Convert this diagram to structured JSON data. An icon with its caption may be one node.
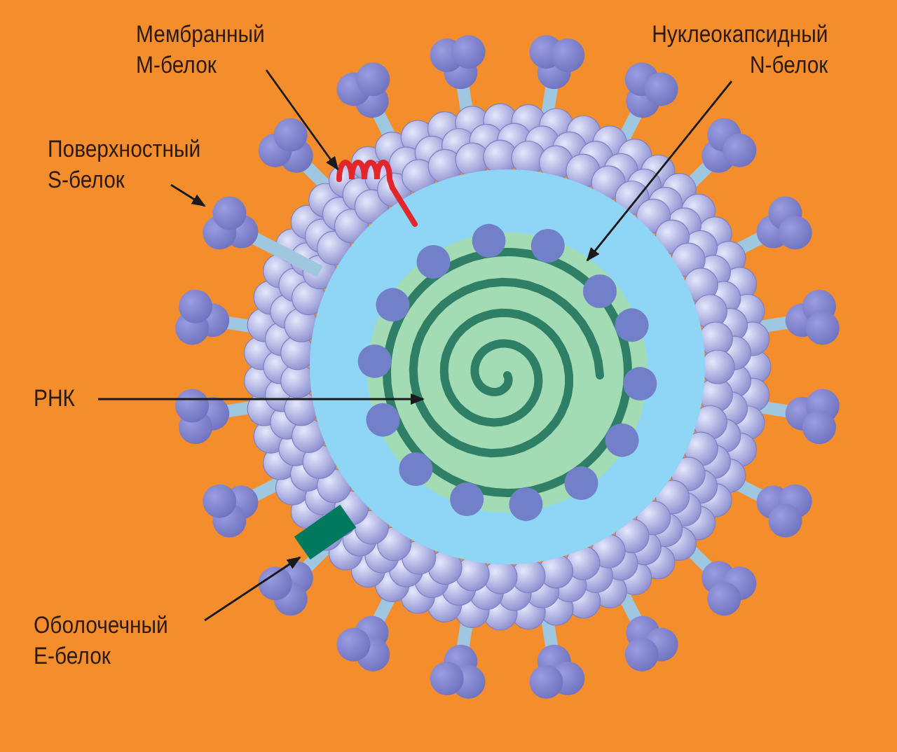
{
  "diagram": {
    "nodes": [
      {
        "text": [
          "Мембранный M-белок"
        ]
      },
      {
        "text": [
          "Нуклеокапсидный N-белок"
        ]
      },
      {
        "text": [
          "Поверхностный S-белок"
        ]
      },
      {
        "text": [
          "РНК"
        ]
      },
      {
        "text": [
          "Оболочечный E-белок"
        ]
      },
      {
        "text": [],
        "shape": "picture"
      },
      {
        "text": [],
        "shape": "circle"
      },
      {
        "text": [],
        "shape": "picture"
      },
      {
        "text": [],
        "shape": "picture"
      },
      {
        "text": [],
        "shape": "box"
      }
    ],
    "edges": [
      {
        "from": 0,
        "to": 5,
        "arrow": "to"
      },
      {
        "from": 1,
        "to": 6,
        "arrow": "to"
      },
      {
        "from": 2,
        "to": 7,
        "arrow": "to"
      },
      {
        "from": 3,
        "to": 8,
        "arrow": "to"
      },
      {
        "from": 4,
        "to": 9,
        "arrow": "to"
      }
    ]
  }
}
